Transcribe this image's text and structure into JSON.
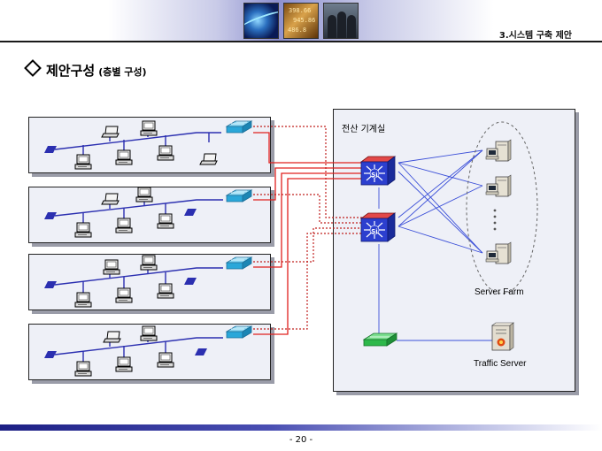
{
  "header": {
    "section_title": "3.시스템 구축 제안",
    "thumb2_text": [
      "398.66",
      "945.86",
      "486.8"
    ]
  },
  "page": {
    "heading": "제안구성",
    "heading_sub": "(층별 구성)",
    "page_number": "- 20 -"
  },
  "diagram": {
    "computer_room_label": "전산 기계실",
    "server_farm_label": "Server Farm",
    "traffic_server_label": "Traffic Server",
    "core_switch_label": "Si",
    "lan_segment_count": 4
  },
  "colors": {
    "lan_bus": "#2b2fb0",
    "uplink_red": "#e0201e",
    "uplink_dotted": "#c0201e",
    "core_link_blue": "#3b4fd8",
    "hub_cyan": "#2aa7d9",
    "core_switch_blue": "#2c3fcf",
    "access_switch_green": "#2db84a"
  }
}
